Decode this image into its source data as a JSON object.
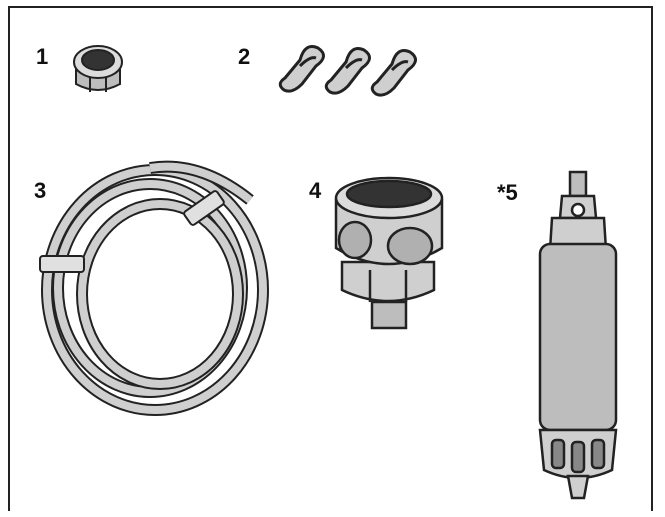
{
  "parts": [
    {
      "label": "1",
      "icon": "nut-icon"
    },
    {
      "label": "2",
      "icon": "clip-icon"
    },
    {
      "label": "3",
      "icon": "tubing-coil-icon"
    },
    {
      "label": "4",
      "icon": "adapter-fitting-icon"
    },
    {
      "label": "*5",
      "icon": "water-filter-icon"
    }
  ],
  "colors": {
    "outline": "#222222",
    "fill": "#bdbdbd",
    "light": "#dcdcdc",
    "dark": "#555555"
  }
}
